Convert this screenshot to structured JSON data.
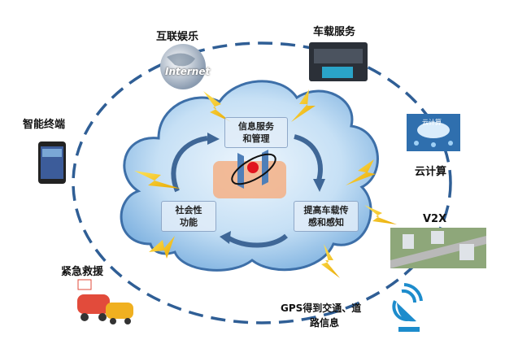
{
  "outer_labels": {
    "entertainment": "互联娱乐",
    "vehicle_service": "车载服务",
    "smart_terminal": "智能终端",
    "cloud_computing": "云计算",
    "v2x": "V2X",
    "emergency": "紧急救援",
    "gps_line1": "GPS得到交通、道",
    "gps_line2": "路信息"
  },
  "image_text": {
    "internet": "Internet",
    "cloud_icon": "云计算"
  },
  "inner_boxes": {
    "info_line1": "信息服务",
    "info_line2": "和管理",
    "social_line1": "社会性",
    "social_line2": "功能",
    "sense_line1": "提高车载传",
    "sense_line2": "感和感知"
  },
  "colors": {
    "cloud": "#a9cdee",
    "cloud_edge": "#3d6fa8",
    "dash": "#2f5e95",
    "bolt": "#f5c518",
    "arrow": "#3f6797",
    "platform": "#f3b48c"
  }
}
